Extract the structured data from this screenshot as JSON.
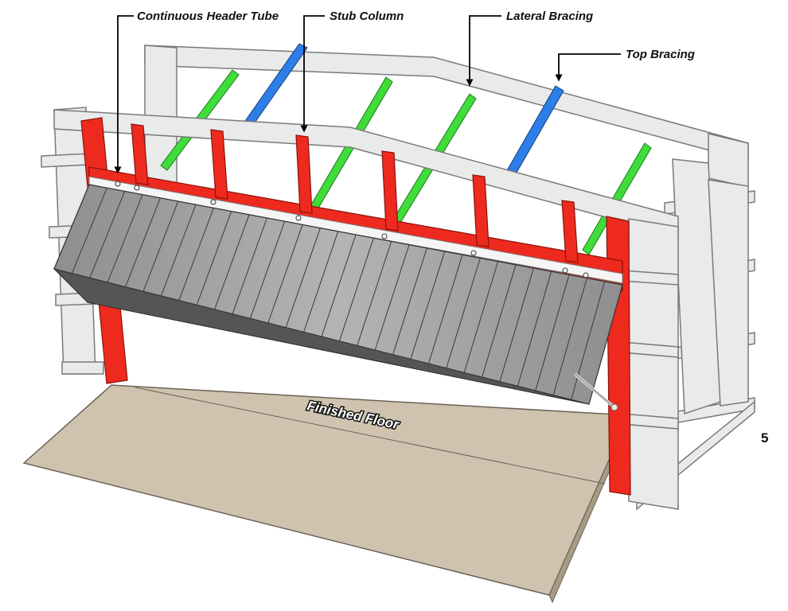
{
  "diagram": {
    "labels": {
      "header_tube": "Continuous Header Tube",
      "stub_column": "Stub Column",
      "lateral_bracing": "Lateral Bracing",
      "top_bracing": "Top Bracing",
      "floor": "Finished Floor"
    },
    "page_number": "5",
    "colors": {
      "frame": "#e9eaea",
      "frame_edge": "#7a7a7a",
      "header_red": "#ee2a1e",
      "lateral_green": "#3fdc3a",
      "top_blue": "#2d7ee8",
      "door_panel": "#9b9b9b",
      "door_dark": "#4a4a4a",
      "floor": "#cfc3b0"
    }
  }
}
